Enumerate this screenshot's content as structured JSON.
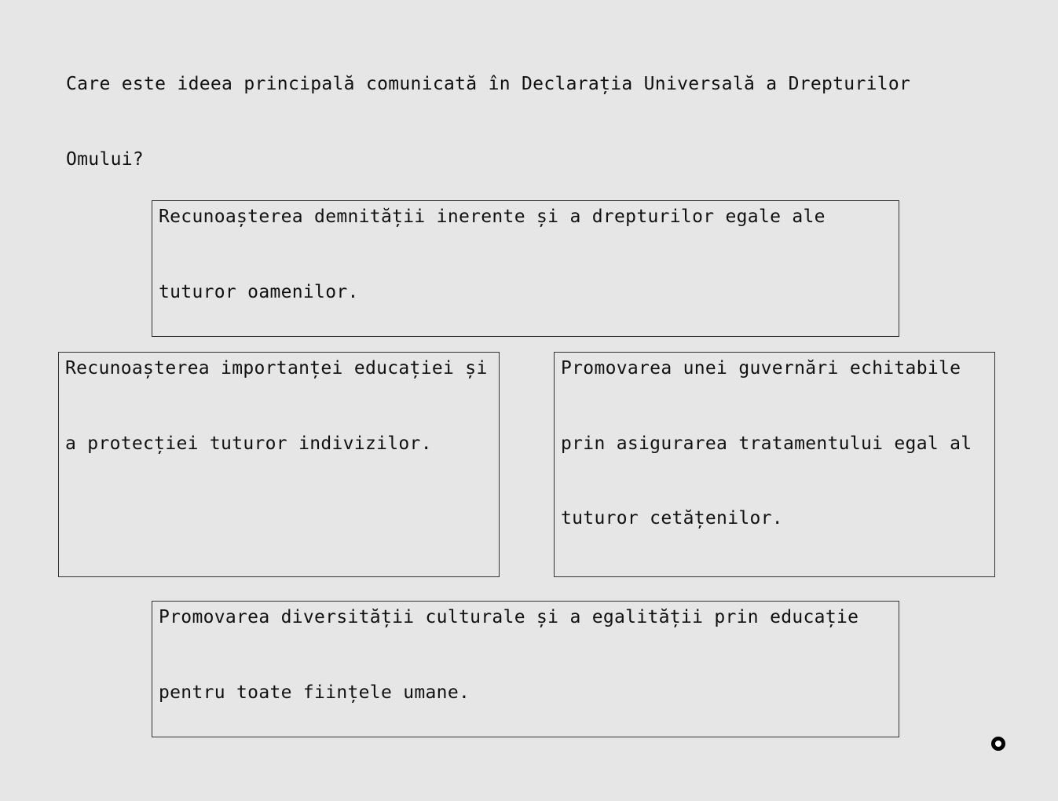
{
  "question": {
    "lines": [
      "Care este ideea principală comunicată în Declarația Universală a Drepturilor",
      "Omului?"
    ]
  },
  "options": [
    {
      "lines": [
        "Recunoașterea demnității inerente și a drepturilor egale ale",
        "tuturor oamenilor."
      ]
    },
    {
      "lines": [
        "Recunoașterea importanței educației și",
        "a protecției tuturor indivizilor."
      ]
    },
    {
      "lines": [
        "Promovarea unei guvernări echitabile",
        "prin asigurarea tratamentului egal al",
        "tuturor cetățenilor."
      ]
    },
    {
      "lines": [
        "Promovarea diversității culturale și a egalității prin educație",
        "pentru toate ființele umane."
      ]
    }
  ],
  "icons": {
    "cursor": "mouse-cursor-icon"
  }
}
